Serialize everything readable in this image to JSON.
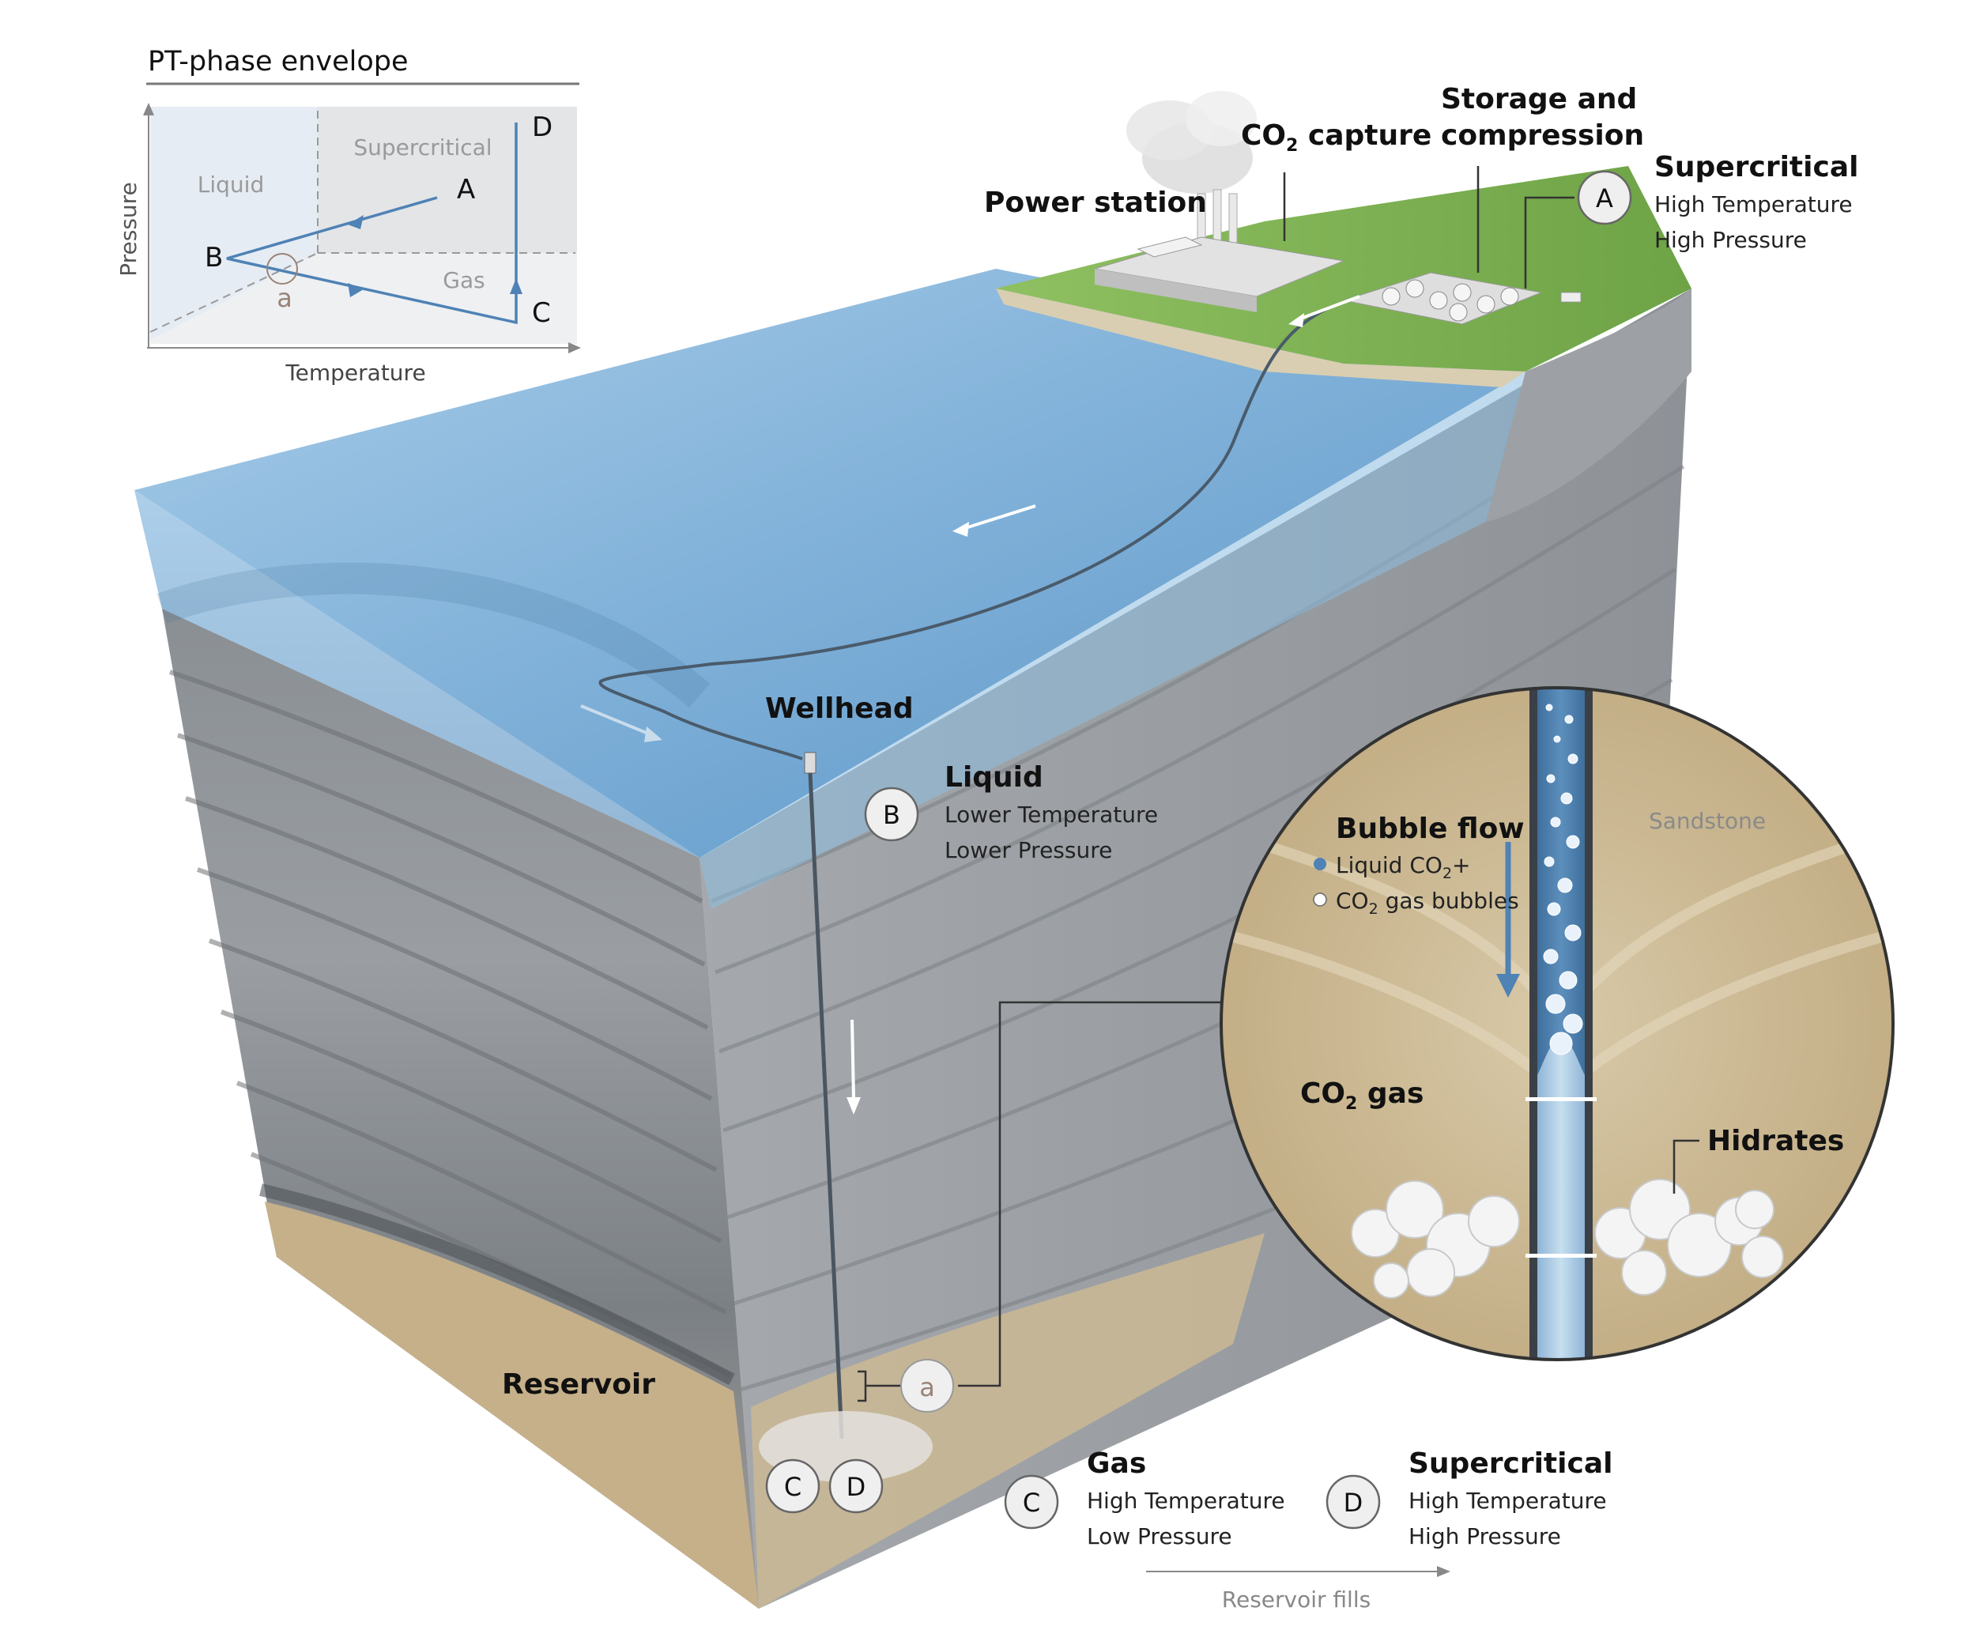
{
  "inset": {
    "title": "PT-phase envelope",
    "y_axis": "Pressure",
    "x_axis": "Temperature",
    "regions": {
      "liquid": "Liquid",
      "supercritical": "Supercritical",
      "gas": "Gas"
    },
    "points": {
      "a": "A",
      "b": "B",
      "c": "C",
      "d": "D",
      "lower_a": "a"
    }
  },
  "surface": {
    "power_station": "Power station",
    "co2_capture_prefix": "CO",
    "co2_capture_sub": "2",
    "co2_capture_suffix": " capture",
    "storage_line1": "Storage and",
    "storage_line2": "compression"
  },
  "stages": {
    "a": {
      "badge": "A",
      "title": "Supercritical",
      "line1": "High Temperature",
      "line2": "High Pressure"
    },
    "b": {
      "badge": "B",
      "title": "Liquid",
      "line1": "Lower Temperature",
      "line2": "Lower Pressure"
    },
    "c": {
      "badge": "C",
      "title": "Gas",
      "line1": "High Temperature",
      "line2": "Low Pressure"
    },
    "d": {
      "badge": "D",
      "title": "Supercritical",
      "line1": "High Temperature",
      "line2": "High Pressure"
    }
  },
  "subsurface": {
    "wellhead": "Wellhead",
    "reservoir": "Reservoir",
    "lower_a": "a",
    "reservoir_fills": "Reservoir fills"
  },
  "zoom": {
    "sandstone": "Sandstone",
    "bubble_flow": "Bubble flow",
    "liquid_prefix": "Liquid CO",
    "liquid_sub": "2",
    "liquid_suffix": "+",
    "gas_bubbles_prefix": "CO",
    "gas_bubbles_sub": "2",
    "gas_bubbles_suffix": " gas bubbles",
    "co2_gas_prefix": "CO",
    "co2_gas_sub": "2",
    "co2_gas_suffix": " gas",
    "hydrates": "Hidrates"
  },
  "colors": {
    "water": "#7fb0d8",
    "water_deep": "#4f8fc3",
    "rock_light": "#b9bcbf",
    "rock_dark": "#6c7075",
    "land": "#86b95a",
    "sand": "#cbb894",
    "flow_arrow": "#4f82b5"
  }
}
